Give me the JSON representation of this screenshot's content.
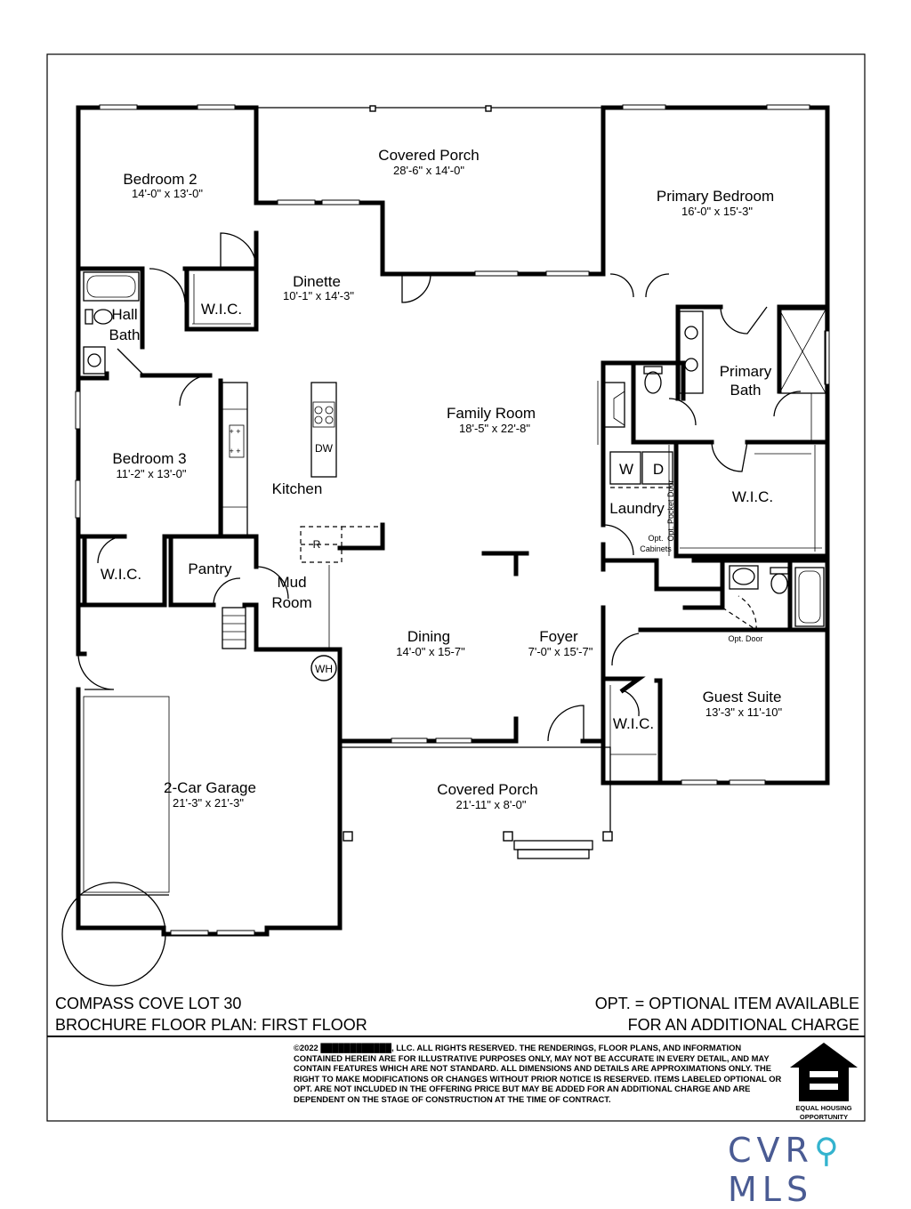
{
  "rooms": {
    "covered_porch_rear": {
      "name": "Covered Porch",
      "dims": "28'-6\" x 14'-0\""
    },
    "bedroom_2": {
      "name": "Bedroom 2",
      "dims": "14'-0\" x 13'-0\""
    },
    "primary_bedroom": {
      "name": "Primary Bedroom",
      "dims": "16'-0\" x 15'-3\""
    },
    "dinette": {
      "name": "Dinette",
      "dims": "10'-1\" x 14'-3\""
    },
    "wic_bed2": {
      "name": "W.I.C."
    },
    "hall_bath": {
      "line1": "Hall",
      "line2": "Bath"
    },
    "primary_bath": {
      "line1": "Primary",
      "line2": "Bath"
    },
    "family_room": {
      "name": "Family Room",
      "dims": "18'-5\" x 22'-8\""
    },
    "bedroom_3": {
      "name": "Bedroom 3",
      "dims": "11'-2\" x 13'-0\""
    },
    "kitchen": {
      "name": "Kitchen"
    },
    "dishwasher": {
      "label": "DW"
    },
    "washer": {
      "label": "W"
    },
    "dryer": {
      "label": "D"
    },
    "laundry": {
      "name": "Laundry"
    },
    "wic_primary": {
      "name": "W.I.C."
    },
    "opt_pocket_door": {
      "label": "Opt. Pocket Door"
    },
    "opt_cabinets": {
      "line1": "Opt.",
      "line2": "Cabinets"
    },
    "refrigerator": {
      "label": "R"
    },
    "wic_bed3": {
      "name": "W.I.C."
    },
    "pantry": {
      "name": "Pantry"
    },
    "mud_room": {
      "line1": "Mud",
      "line2": "Room"
    },
    "opt_door": {
      "label": "Opt. Door"
    },
    "dining": {
      "name": "Dining",
      "dims": "14'-0\" x 15-7\""
    },
    "foyer": {
      "name": "Foyer",
      "dims": "7'-0\" x 15'-7\""
    },
    "water_heater": {
      "label": "WH"
    },
    "guest_suite": {
      "name": "Guest Suite",
      "dims": "13'-3\" x 11'-10\""
    },
    "wic_guest": {
      "name": "W.I.C."
    },
    "garage": {
      "name": "2-Car Garage",
      "dims": "21'-3\" x 21'-3\""
    },
    "covered_porch_front": {
      "name": "Covered Porch",
      "dims": "21'-11\" x 8'-0\""
    }
  },
  "title_block": {
    "line1": "COMPASS COVE LOT 30",
    "line2": "BROCHURE FLOOR PLAN:  FIRST FLOOR"
  },
  "option_note": {
    "line1": "OPT. = OPTIONAL ITEM AVAILABLE",
    "line2": "FOR AN ADDITIONAL CHARGE"
  },
  "legal_text": "©2022 ████████████, LLC.  ALL RIGHTS RESERVED.  THE RENDERINGS, FLOOR PLANS, AND INFORMATION CONTAINED HEREIN ARE FOR ILLUSTRATIVE PURPOSES ONLY, MAY NOT BE ACCURATE IN EVERY DETAIL, AND MAY CONTAIN FEATURES WHICH ARE NOT STANDARD.  ALL DIMENSIONS AND DETAILS ARE APPROXIMATIONS ONLY.  THE RIGHT TO MAKE MODIFICATIONS OR CHANGES WITHOUT PRIOR NOTICE IS RESERVED.  ITEMS LABELED OPTIONAL OR OPT. ARE NOT INCLUDED IN THE OFFERING PRICE BUT MAY BE ADDED FOR AN ADDITIONAL CHARGE AND ARE DEPENDENT ON THE STAGE OF CONSTRUCTION AT THE TIME OF CONTRACT.",
  "equal_housing": {
    "line1": "EQUAL HOUSING",
    "line2": "OPPORTUNITY"
  },
  "brand": {
    "part1": "CVR",
    "part2": "MLS"
  },
  "colors": {
    "brand_text": "#4a5b93",
    "brand_pin": "#34b3ce"
  }
}
